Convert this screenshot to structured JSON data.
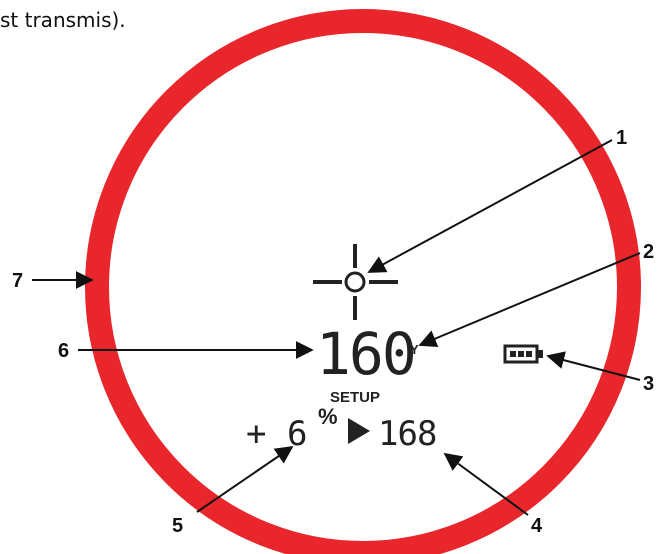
{
  "header_text": "st transmis).",
  "callouts": [
    {
      "number": "1",
      "target": "reticle"
    },
    {
      "number": "2",
      "target": "unit-indicator"
    },
    {
      "number": "3",
      "target": "battery-indicator"
    },
    {
      "number": "4",
      "target": "secondary-distance"
    },
    {
      "number": "5",
      "target": "angle-readout"
    },
    {
      "number": "6",
      "target": "primary-distance"
    },
    {
      "number": "7",
      "target": "view-circle"
    }
  ],
  "display": {
    "primary_distance": "160",
    "unit": "Y",
    "mode_label": "SETUP",
    "angle_value": "+ 6",
    "angle_unit": "%",
    "secondary_distance": "168"
  },
  "colors": {
    "ring": "#e8262b",
    "lcd": "#222222",
    "arrow": "#111111"
  }
}
